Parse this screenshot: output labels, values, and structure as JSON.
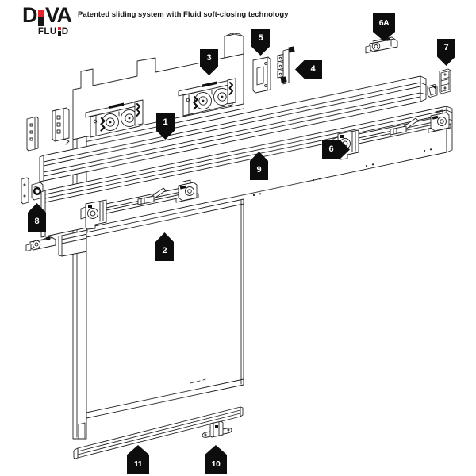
{
  "logo": {
    "word_main_d": "D",
    "word_main_va": "VA",
    "word_sub_flu": "FLU",
    "word_sub_d": "D"
  },
  "header": {
    "tagline": "Patented sliding system with Fluid soft-closing technology"
  },
  "colors": {
    "accent": "#E8222A",
    "line": "#232323",
    "callout_bg": "#0D0D0D",
    "callout_text": "#FFFFFF"
  },
  "callouts": [
    {
      "id": "1",
      "text": "1"
    },
    {
      "id": "2",
      "text": "2"
    },
    {
      "id": "3",
      "text": "3"
    },
    {
      "id": "4",
      "text": "4"
    },
    {
      "id": "5",
      "text": "5"
    },
    {
      "id": "6",
      "text": "6"
    },
    {
      "id": "6A",
      "text": "6A"
    },
    {
      "id": "7",
      "text": "7"
    },
    {
      "id": "8",
      "text": "8"
    },
    {
      "id": "9",
      "text": "9"
    },
    {
      "id": "10",
      "text": "10"
    },
    {
      "id": "11",
      "text": "11"
    }
  ]
}
